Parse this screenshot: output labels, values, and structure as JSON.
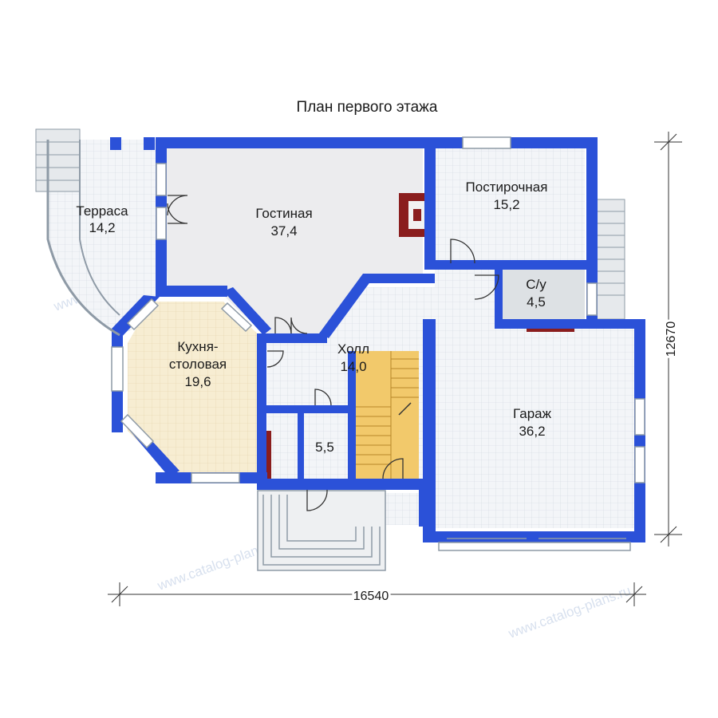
{
  "plan": {
    "title": "План первого этажа",
    "dimensions": {
      "width": "16540",
      "height": "12670"
    },
    "rooms": [
      {
        "id": "terrace",
        "name": "Терраса",
        "area": "14,2"
      },
      {
        "id": "living",
        "name": "Гостиная",
        "area": "37,4"
      },
      {
        "id": "laundry",
        "name": "Постирочная",
        "area": "15,2"
      },
      {
        "id": "wc",
        "name": "С/у",
        "area": "4,5"
      },
      {
        "id": "kitchen",
        "name_line1": "Кухня-",
        "name_line2": "столовая",
        "area": "19,6"
      },
      {
        "id": "hall",
        "name": "Холл",
        "area": "14,0"
      },
      {
        "id": "storage",
        "area": "5,5"
      },
      {
        "id": "garage",
        "name": "Гараж",
        "area": "36,2"
      }
    ],
    "watermark": "www.catalog-plans.ru",
    "colors": {
      "wall": "#2b51d8",
      "floor_tile": "#f2f4f7",
      "kitchen_floor": "#f7edd0",
      "stairs": "#f2c96b",
      "fireplace": "#8a1d1d",
      "living_floor": "#eeeeef"
    }
  }
}
